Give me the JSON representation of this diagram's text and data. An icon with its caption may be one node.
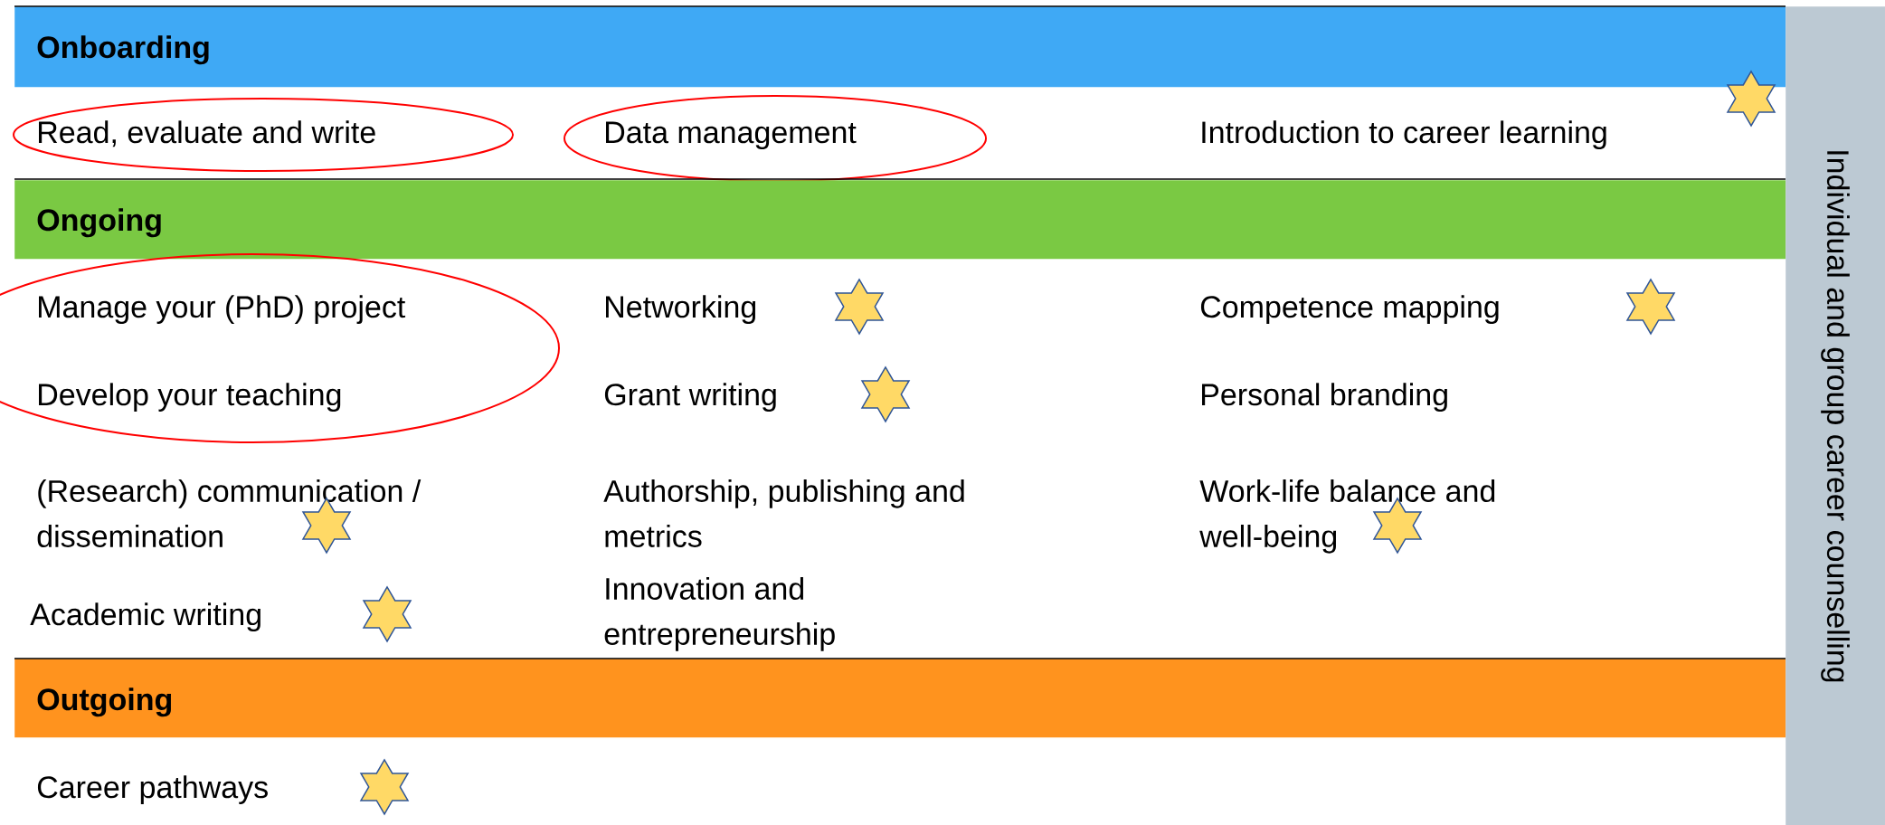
{
  "diagram": {
    "nodes": [
      {
        "text": [
          "Onboarding"
        ]
      },
      {
        "text": [
          "Read, evaluate and write"
        ]
      },
      {
        "text": [
          "Data management"
        ]
      },
      {
        "text": [
          "Ongoing"
        ]
      },
      {
        "text": [
          "Manage your (PhD) project",
          "Develop your teaching"
        ]
      },
      {
        "text": [
          "Outgoing"
        ]
      },
      {
        "text": [
          "Individual and group career counselling"
        ]
      }
    ],
    "labels": [
      "Introduction to career learning",
      "Networking",
      "Competence mapping",
      "Grant writing",
      "Personal branding",
      "(Research) communication / dissemination",
      "Authorship, publishing and metrics",
      "Work-life balance and well-being",
      "Innovation and entrepreneurship",
      "Academic writing",
      "Career pathways"
    ]
  }
}
